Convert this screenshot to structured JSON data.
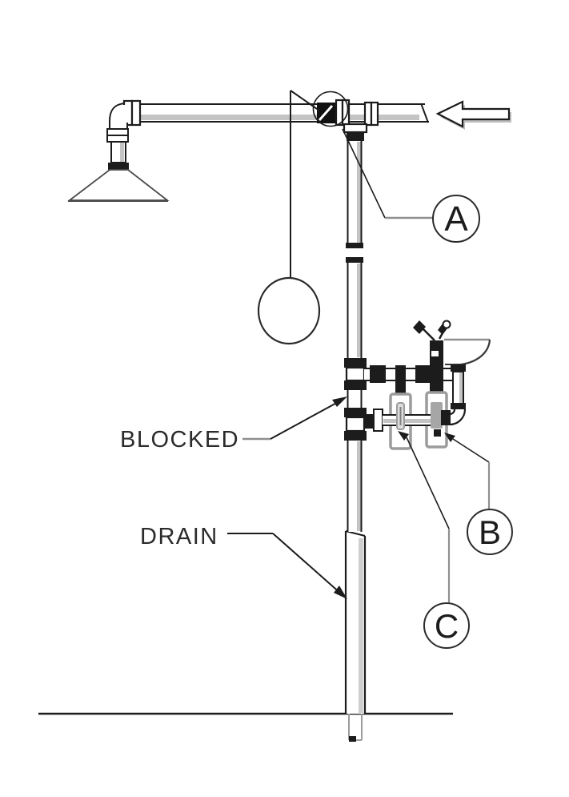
{
  "diagram": {
    "kind": "technical-line-drawing",
    "subject": "Safety shower and eyewash station piping schematic",
    "labels": {
      "balloon_a": "A",
      "balloon_b": "B",
      "balloon_c": "C",
      "blocked": "BLOCKED",
      "drain": "DRAIN"
    },
    "icons": [
      "shower-head-icon",
      "pull-ring-icon",
      "ball-valve-icon",
      "pipe-tee-icon",
      "check-valve-b-icon",
      "check-valve-c-icon",
      "eyewash-bowl-icon",
      "spray-nozzle-icon",
      "supply-flow-arrow-icon",
      "drain-pipe-icon",
      "floor-line"
    ],
    "colors": {
      "line": "#1c1c1c",
      "pipe_shade": "#c4c4c4",
      "leader_gray": "#8f8f8f",
      "valve_gray": "#9c9c9c",
      "text": "#2b2b2b",
      "background": "#ffffff"
    }
  }
}
